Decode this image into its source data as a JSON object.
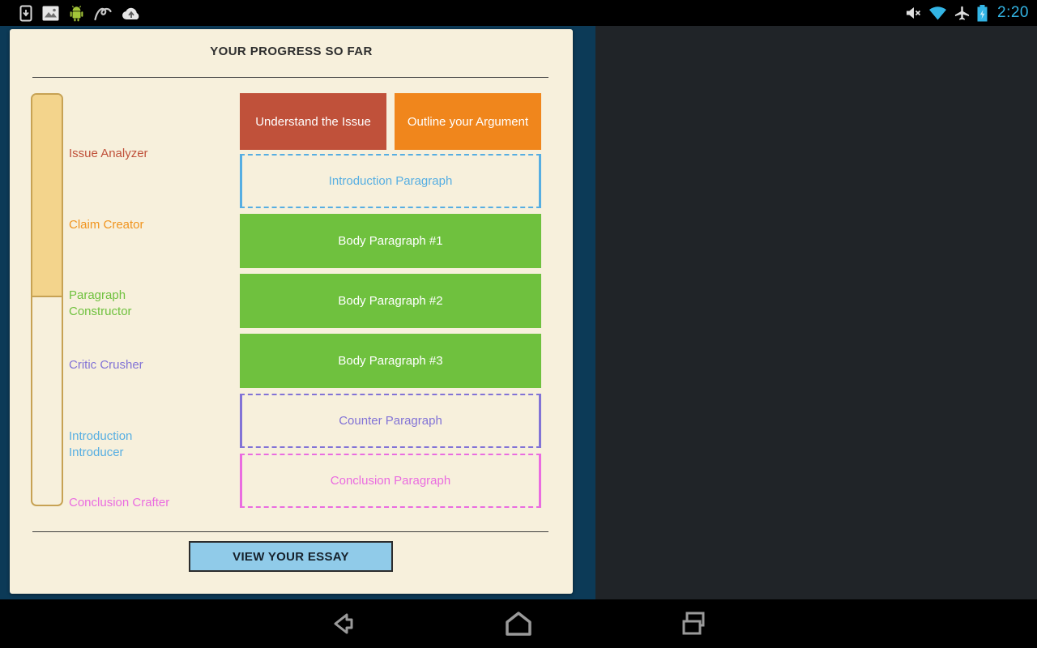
{
  "status_bar": {
    "time": "2:20",
    "accent_color": "#33b5e5",
    "left_icons": [
      "screenshot-icon",
      "gallery-icon",
      "android-icon",
      "swype-icon",
      "cloud-upload-icon"
    ],
    "right_icons": [
      "mute-icon",
      "wifi-icon",
      "airplane-icon",
      "battery-charging-icon"
    ]
  },
  "panel": {
    "title": "YOUR PROGRESS SO FAR",
    "progress_fill_height": "49.5%",
    "progress_track_border": "#c7a254",
    "progress_fill_color": "#f3d48c",
    "card_bg": "#f7f0dc",
    "app_bg": "#0c3a57",
    "tools": [
      {
        "label": "Issue Analyzer",
        "color": "#c0513a"
      },
      {
        "label": "Claim Creator",
        "color": "#f0941e"
      },
      {
        "label": "Paragraph Constructor",
        "color": "#6fc13e"
      },
      {
        "label": "Critic Crusher",
        "color": "#8273d6"
      },
      {
        "label": "Introduction Introducer",
        "color": "#56aee2"
      },
      {
        "label": "Conclusion Crafter",
        "color": "#ea6ce0"
      }
    ],
    "completed_steps": [
      {
        "label": "Understand the Issue",
        "bg": "#c0513a"
      },
      {
        "label": "Outline your Argument",
        "bg": "#f0861c"
      }
    ],
    "paragraphs": [
      {
        "label": "Introduction Paragraph",
        "status": "todo",
        "color": "#56aee2"
      },
      {
        "label": "Body Paragraph #1",
        "status": "complete",
        "color": "#6fc13e"
      },
      {
        "label": "Body Paragraph #2",
        "status": "complete",
        "color": "#6fc13e"
      },
      {
        "label": "Body Paragraph #3",
        "status": "complete",
        "color": "#6fc13e"
      },
      {
        "label": "Counter Paragraph",
        "status": "todo",
        "color": "#8273d6"
      },
      {
        "label": "Conclusion Paragraph",
        "status": "todo",
        "color": "#ea6ce0"
      }
    ],
    "view_essay_button": "VIEW YOUR ESSAY",
    "button_bg": "#90cbe9"
  },
  "nav_bar": {
    "icons": [
      "back-icon",
      "home-icon",
      "recents-icon"
    ]
  }
}
